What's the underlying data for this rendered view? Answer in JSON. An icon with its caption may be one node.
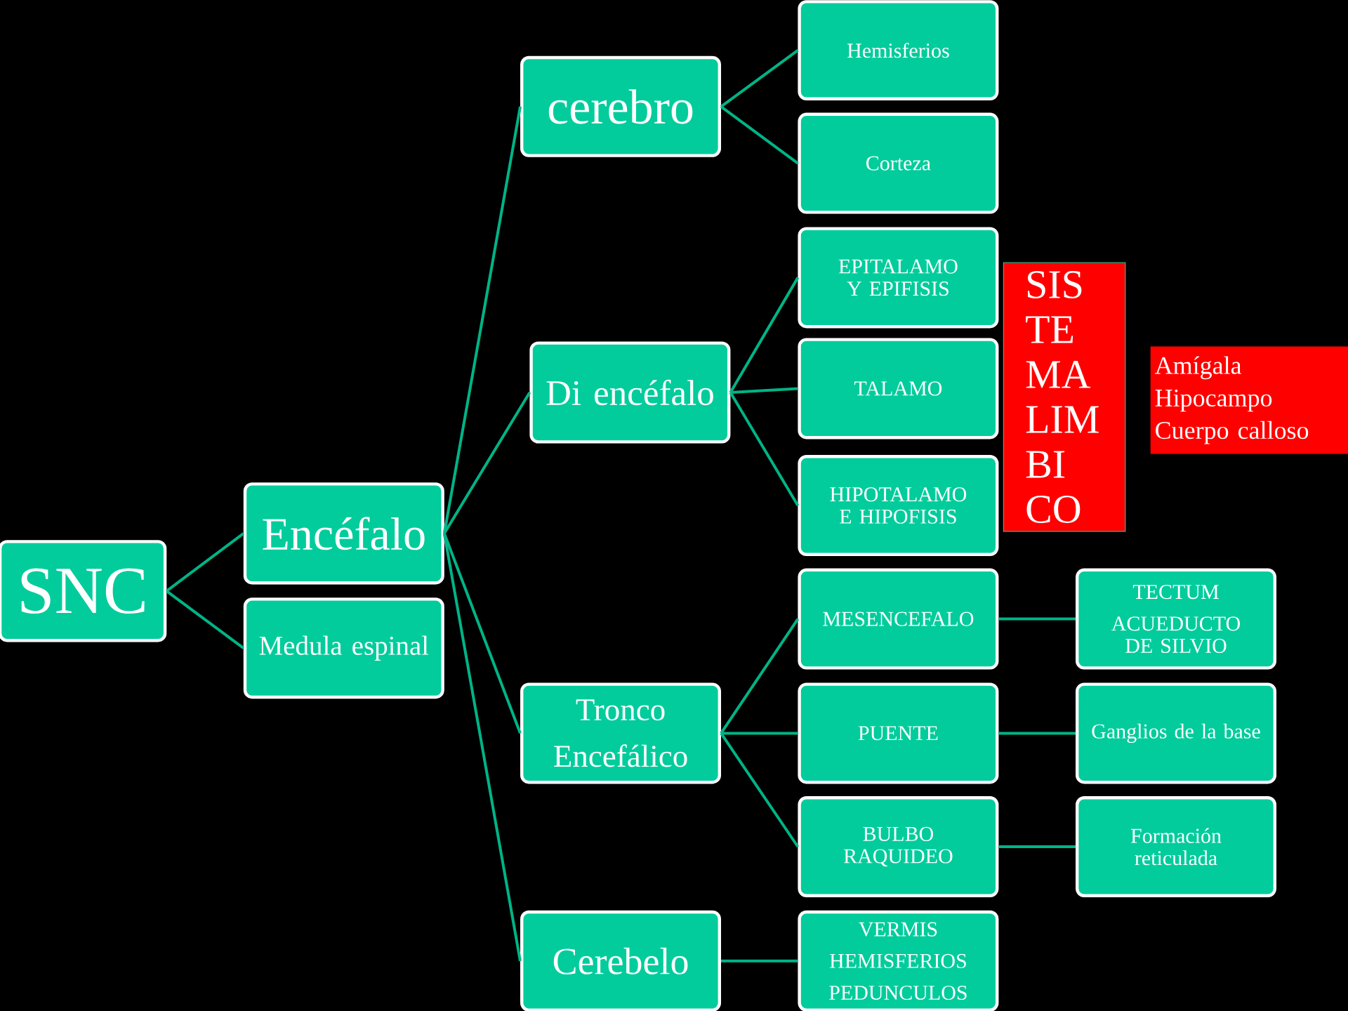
{
  "diagram": {
    "nodes": [
      {
        "text": [
          "SNC"
        ]
      },
      {
        "text": [
          "Encéfalo"
        ]
      },
      {
        "text": [
          "Medula espinal"
        ]
      },
      {
        "text": [
          "cerebro"
        ]
      },
      {
        "text": [
          "Di encéfalo"
        ]
      },
      {
        "text": [
          "Tronco Encefálico"
        ]
      },
      {
        "text": [
          "Cerebelo"
        ]
      },
      {
        "text": [
          "Hemisferios"
        ]
      },
      {
        "text": [
          "Corteza"
        ]
      },
      {
        "text": [
          "EPITALAMO Y EPIFISIS"
        ]
      },
      {
        "text": [
          "TALAMO"
        ]
      },
      {
        "text": [
          "HIPOTALAMO E HIPOFISIS"
        ]
      },
      {
        "text": [
          "MESENCEFALO"
        ]
      },
      {
        "text": [
          "PUENTE"
        ]
      },
      {
        "text": [
          "BULBO RAQUIDEO"
        ]
      },
      {
        "text": [
          "VERMIS",
          "HEMISFERIOS",
          "PEDUNCULOS"
        ]
      },
      {
        "text": [
          "TECTUM",
          "ACUEDUCTO DE SILVIO"
        ]
      },
      {
        "text": [
          "Ganglios de la base"
        ]
      },
      {
        "text": [
          "Formación reticulada"
        ]
      },
      {
        "text": [
          "SIS TE MA LIM BI CO"
        ]
      },
      {
        "text": [
          "Amígala",
          "Hipocampo",
          "Cuerpo calloso"
        ]
      }
    ],
    "edges": [
      {
        "from": 0,
        "to": 1,
        "arrow": "none"
      },
      {
        "from": 0,
        "to": 2,
        "arrow": "none"
      },
      {
        "from": 1,
        "to": 3,
        "arrow": "none"
      },
      {
        "from": 1,
        "to": 4,
        "arrow": "none"
      },
      {
        "from": 1,
        "to": 5,
        "arrow": "none"
      },
      {
        "from": 1,
        "to": 6,
        "arrow": "none"
      },
      {
        "from": 3,
        "to": 7,
        "arrow": "none"
      },
      {
        "from": 3,
        "to": 8,
        "arrow": "none"
      },
      {
        "from": 4,
        "to": 9,
        "arrow": "none"
      },
      {
        "from": 4,
        "to": 10,
        "arrow": "none"
      },
      {
        "from": 4,
        "to": 11,
        "arrow": "none"
      },
      {
        "from": 5,
        "to": 12,
        "arrow": "none"
      },
      {
        "from": 5,
        "to": 13,
        "arrow": "none"
      },
      {
        "from": 5,
        "to": 14,
        "arrow": "none"
      },
      {
        "from": 6,
        "to": 15,
        "arrow": "none"
      },
      {
        "from": 12,
        "to": 16,
        "arrow": "none"
      },
      {
        "from": 13,
        "to": 17,
        "arrow": "none"
      },
      {
        "from": 14,
        "to": 18,
        "arrow": "none"
      }
    ]
  }
}
